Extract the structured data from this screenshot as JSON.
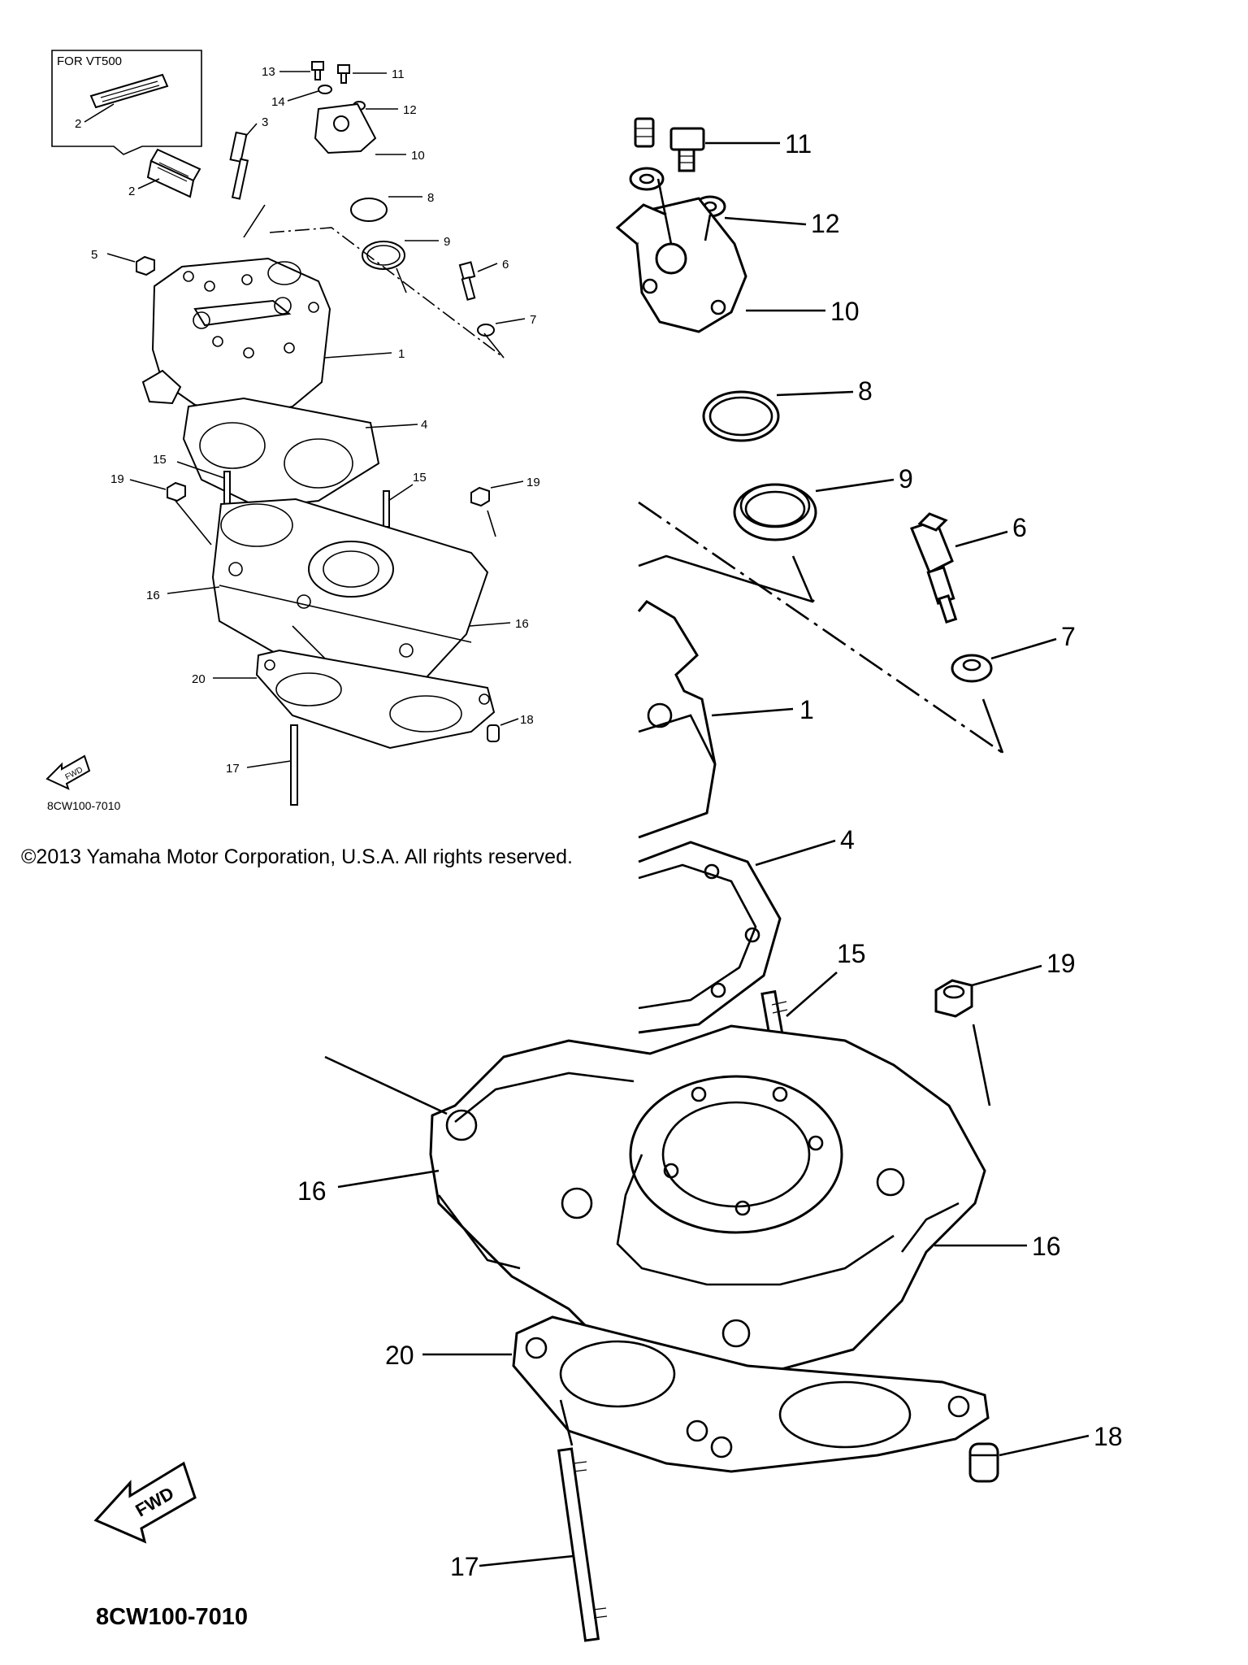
{
  "copyright": "©2013 Yamaha Motor Corporation, U.S.A. All rights reserved.",
  "diagram_code": "8CW100-7010",
  "inset_label": "FOR VT500",
  "fwd_label": "FWD",
  "callouts": {
    "c1": "1",
    "c2": "2",
    "c3": "3",
    "c4": "4",
    "c5": "5",
    "c6": "6",
    "c7": "7",
    "c8": "8",
    "c9": "9",
    "c10": "10",
    "c11": "11",
    "c12": "12",
    "c13": "13",
    "c14": "14",
    "c15": "15",
    "c16": "16",
    "c17": "17",
    "c18": "18",
    "c19": "19",
    "c20": "20"
  }
}
